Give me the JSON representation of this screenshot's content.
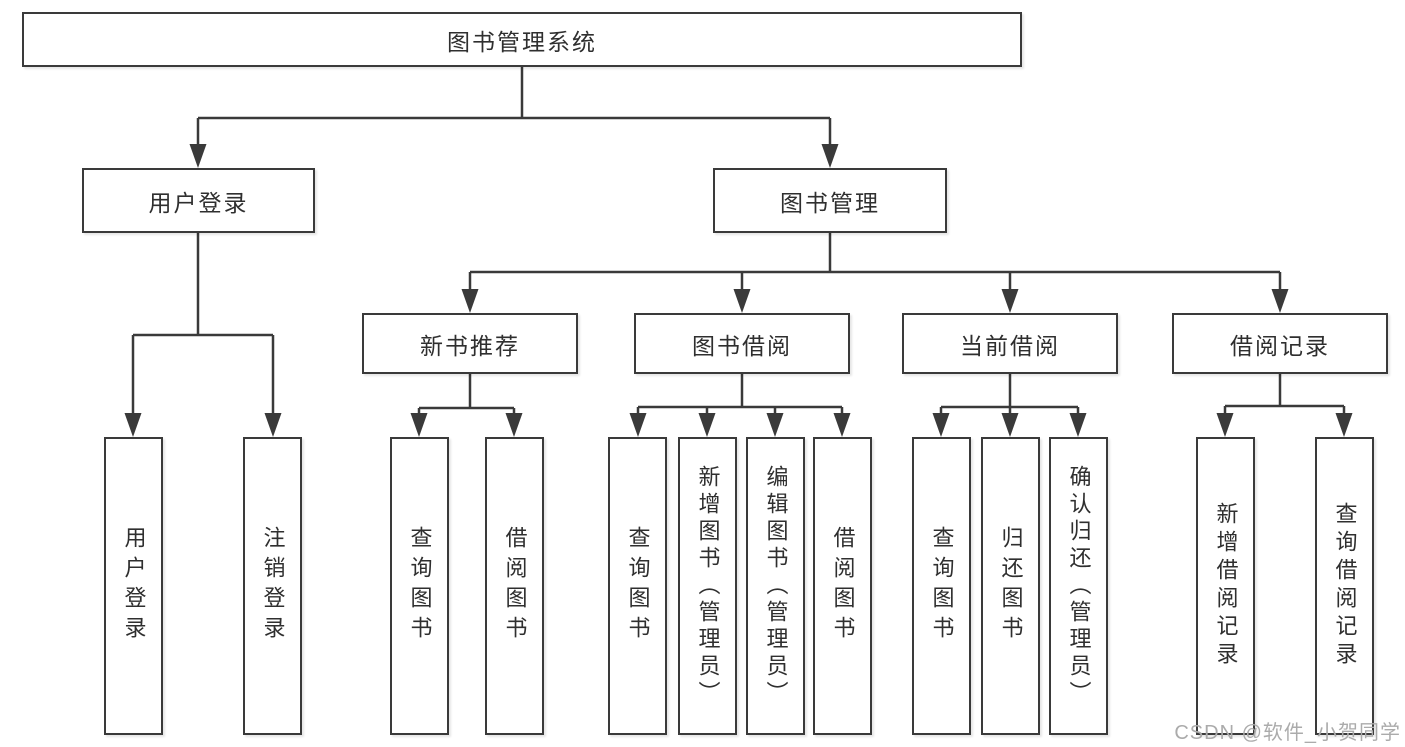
{
  "diagram": {
    "type": "hierarchy-tree",
    "title": "图书管理系统"
  },
  "nodes": {
    "root": {
      "label": "图书管理系统"
    },
    "login": {
      "label": "用户登录"
    },
    "mgmt": {
      "label": "图书管理"
    },
    "recommend": {
      "label": "新书推荐"
    },
    "borrow": {
      "label": "图书借阅"
    },
    "current": {
      "label": "当前借阅"
    },
    "records": {
      "label": "借阅记录"
    },
    "login_user": {
      "label": "用户登录"
    },
    "login_logout": {
      "label": "注销登录"
    },
    "rec_query": {
      "label": "查询图书"
    },
    "rec_borrow": {
      "label": "借阅图书"
    },
    "bor_query": {
      "label": "查询图书"
    },
    "bor_add": {
      "label": "新增图书（管理员）"
    },
    "bor_edit": {
      "label": "编辑图书（管理员）"
    },
    "bor_lend": {
      "label": "借阅图书"
    },
    "cur_query": {
      "label": "查询图书"
    },
    "cur_return": {
      "label": "归还图书"
    },
    "cur_confirm": {
      "label": "确认归还（管理员）"
    },
    "log_add": {
      "label": "新增借阅记录"
    },
    "log_query": {
      "label": "查询借阅记录"
    }
  },
  "edges": [
    [
      "图书管理系统",
      "用户登录"
    ],
    [
      "图书管理系统",
      "图书管理"
    ],
    [
      "用户登录",
      "用户登录"
    ],
    [
      "用户登录",
      "注销登录"
    ],
    [
      "图书管理",
      "新书推荐"
    ],
    [
      "图书管理",
      "图书借阅"
    ],
    [
      "图书管理",
      "当前借阅"
    ],
    [
      "图书管理",
      "借阅记录"
    ],
    [
      "新书推荐",
      "查询图书"
    ],
    [
      "新书推荐",
      "借阅图书"
    ],
    [
      "图书借阅",
      "查询图书"
    ],
    [
      "图书借阅",
      "新增图书（管理员）"
    ],
    [
      "图书借阅",
      "编辑图书（管理员）"
    ],
    [
      "图书借阅",
      "借阅图书"
    ],
    [
      "当前借阅",
      "查询图书"
    ],
    [
      "当前借阅",
      "归还图书"
    ],
    [
      "当前借阅",
      "确认归还（管理员）"
    ],
    [
      "借阅记录",
      "新增借阅记录"
    ],
    [
      "借阅记录",
      "查询借阅记录"
    ]
  ],
  "watermark": {
    "text": "CSDN @软件_小贺同学"
  },
  "colors": {
    "line": "#3a3a3a",
    "border": "#3a3a3a",
    "text": "#2f2f2f",
    "background": "#ffffff",
    "watermark": "#ababab"
  }
}
